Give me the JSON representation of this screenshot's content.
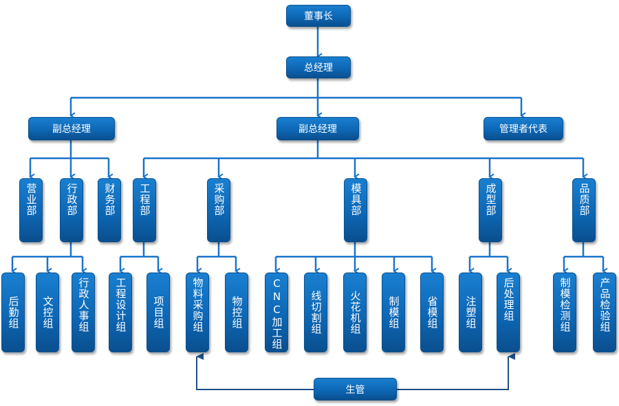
{
  "chart_title": "",
  "colors": {
    "box_top": "#1a7fd0",
    "box_bottom": "#0a4f8e",
    "connector": "#1a73c9",
    "connector_dark": "#1e4f86",
    "text": "#ffffff"
  },
  "nodes": {
    "chairman": "董事长",
    "general_manager": "总经理",
    "deputy_gm_left": "副总经理",
    "deputy_gm_center": "副总经理",
    "management_rep": "管理者代表",
    "sales_dept": "营业部",
    "admin_dept": "行政部",
    "finance_dept": "财务部",
    "engineering_dept": "工程部",
    "purchasing_dept": "采购部",
    "mold_dept": "模具部",
    "molding_dept": "成型部",
    "quality_dept": "品质部",
    "logistics_group": "后勤组",
    "document_control_group": "文控组",
    "admin_hr_group": "行政人事组",
    "engineering_design_group": "工程设计组",
    "project_group": "项目组",
    "material_purchasing_group": "物料采购组",
    "material_control_group": "物控组",
    "cnc_group": "CNC加工组",
    "wire_cutting_group": "线切割组",
    "edm_group": "火花机组",
    "mold_making_group": "制模组",
    "mold_saving_group": "省模组",
    "injection_group": "注塑组",
    "post_processing_group": "后处理组",
    "mold_inspection_group": "制模检测组",
    "product_inspection_group": "产品检验组",
    "production_control": "生管"
  }
}
